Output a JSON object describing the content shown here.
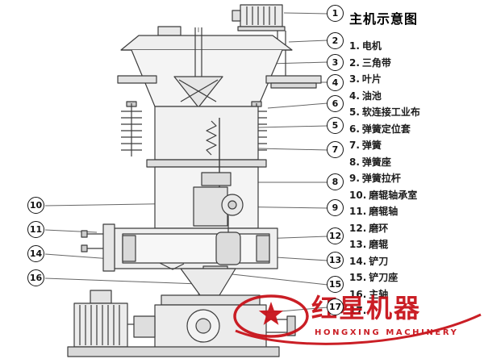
{
  "title": "主机示意图",
  "legend_items": [
    {
      "num": "1.",
      "label": "电机"
    },
    {
      "num": "2.",
      "label": "三角带"
    },
    {
      "num": "3.",
      "label": "叶片"
    },
    {
      "num": "4.",
      "label": "油池"
    },
    {
      "num": "5.",
      "label": "软连接工业布"
    },
    {
      "num": "6.",
      "label": "弹簧定位套"
    },
    {
      "num": "7.",
      "label": "弹簧"
    },
    {
      "num": "8.",
      "label": "弹簧座"
    },
    {
      "num": "9.",
      "label": "弹簧拉杆"
    },
    {
      "num": "10.",
      "label": "磨辊轴承室"
    },
    {
      "num": "11.",
      "label": "磨辊轴"
    },
    {
      "num": "12.",
      "label": "磨环"
    },
    {
      "num": "13.",
      "label": "磨辊"
    },
    {
      "num": "14.",
      "label": "铲刀"
    },
    {
      "num": "15.",
      "label": "铲刀座"
    },
    {
      "num": "16.",
      "label": "主轴"
    },
    {
      "num": "17.",
      "label": ""
    }
  ],
  "callouts": {
    "n1": "1",
    "n2": "2",
    "n3": "3",
    "n4": "4",
    "n5": "5",
    "n6": "6",
    "n7": "7",
    "n8": "8",
    "n9": "9",
    "n10": "10",
    "n11": "11",
    "n12": "12",
    "n13": "13",
    "n14": "14",
    "n15": "15",
    "n16": "16",
    "n17": "17"
  },
  "watermark": {
    "brand": "红星机器",
    "subtitle": "HONGXING MACHINERY"
  },
  "colors": {
    "accent_red": "#c8121a",
    "line": "#3c3c3c"
  }
}
